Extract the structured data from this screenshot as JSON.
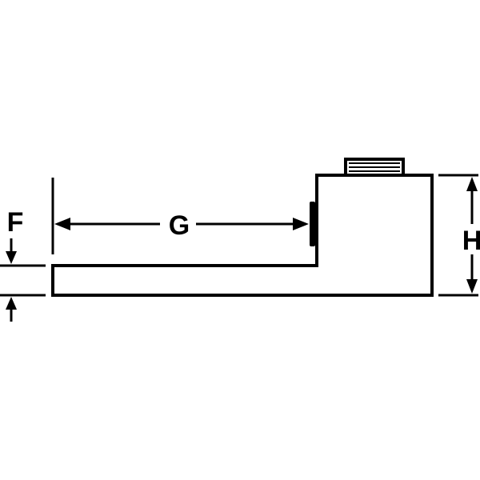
{
  "dimensions": {
    "f_label": "F",
    "g_label": "G",
    "h_label": "H"
  },
  "colors": {
    "line": "#000000",
    "background": "#ffffff"
  }
}
